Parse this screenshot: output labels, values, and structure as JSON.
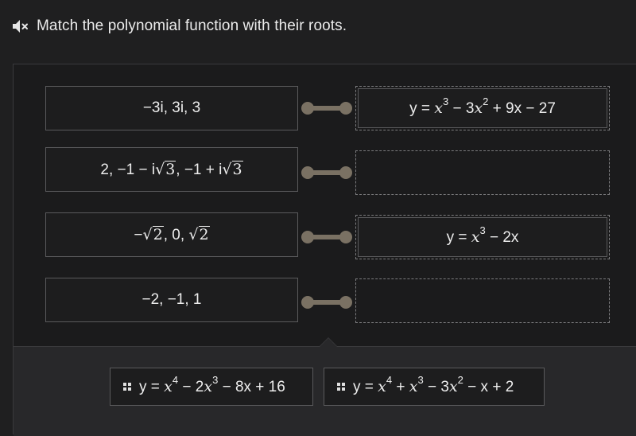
{
  "header": {
    "title": "Match the polynomial function with their roots.",
    "icon": "speaker-muted-icon"
  },
  "rows": [
    {
      "roots": "−3i, 3i, 3",
      "match": "y = x³ − 3x² + 9x − 27"
    },
    {
      "roots": "2, −1 − i√3, −1 + i√3",
      "match": ""
    },
    {
      "roots": "−√2, 0, √2",
      "match": "y = x³ − 2x"
    },
    {
      "roots": "−2, −1, 1",
      "match": ""
    }
  ],
  "tray": {
    "options": [
      "y = x⁴ − 2x³ − 8x + 16",
      "y = x⁴ + x³ − 3x² − x + 2"
    ]
  },
  "colors": {
    "background": "#1f1f20",
    "connector": "#7a7163",
    "border": "#5a5a5c",
    "dashed": "#7b7b7d"
  }
}
